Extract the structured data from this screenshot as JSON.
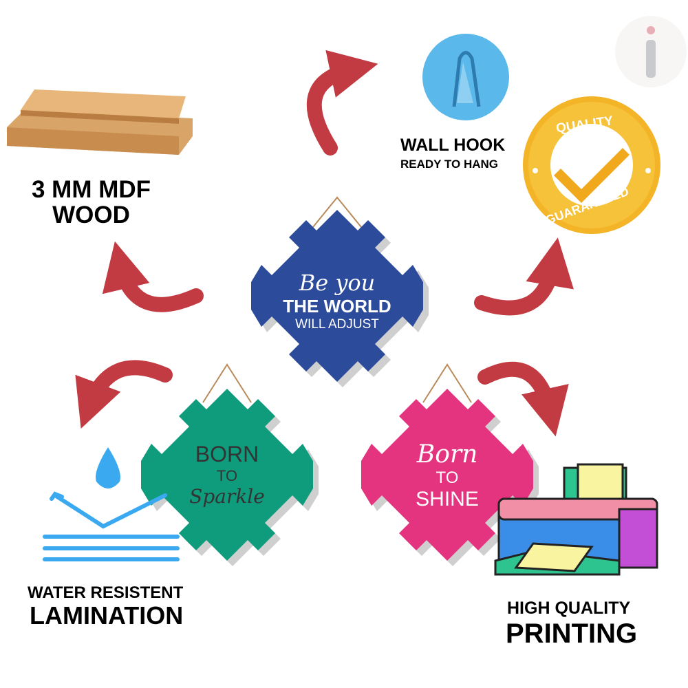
{
  "features": {
    "wood": {
      "line1": "3 MM MDF",
      "line2": "WOOD"
    },
    "hook": {
      "line1": "WALL HOOK",
      "line2": "READY TO HANG"
    },
    "badge": {
      "top": "QUALITY",
      "bottom": "GUARANTEED"
    },
    "lamination": {
      "line1": "WATER RESISTENT",
      "line2": "LAMINATION"
    },
    "printing": {
      "line1": "HIGH QUALITY",
      "line2": "PRINTING"
    }
  },
  "products": [
    {
      "color": "#2c4b9b",
      "line1": "Be you",
      "line2": "THE WORLD",
      "line3": "WILL ADJUST"
    },
    {
      "color": "#0f9c7c",
      "line1": "BORN",
      "line2": "TO",
      "line3": "Sparkle"
    },
    {
      "color": "#e4337f",
      "line1": "Born",
      "line2": "TO",
      "line3": "SHINE"
    }
  ],
  "colors": {
    "arrow": "#c23b42",
    "water": "#3aa9f0",
    "hook": "#5ab8ea",
    "gold": "#f4b427"
  }
}
